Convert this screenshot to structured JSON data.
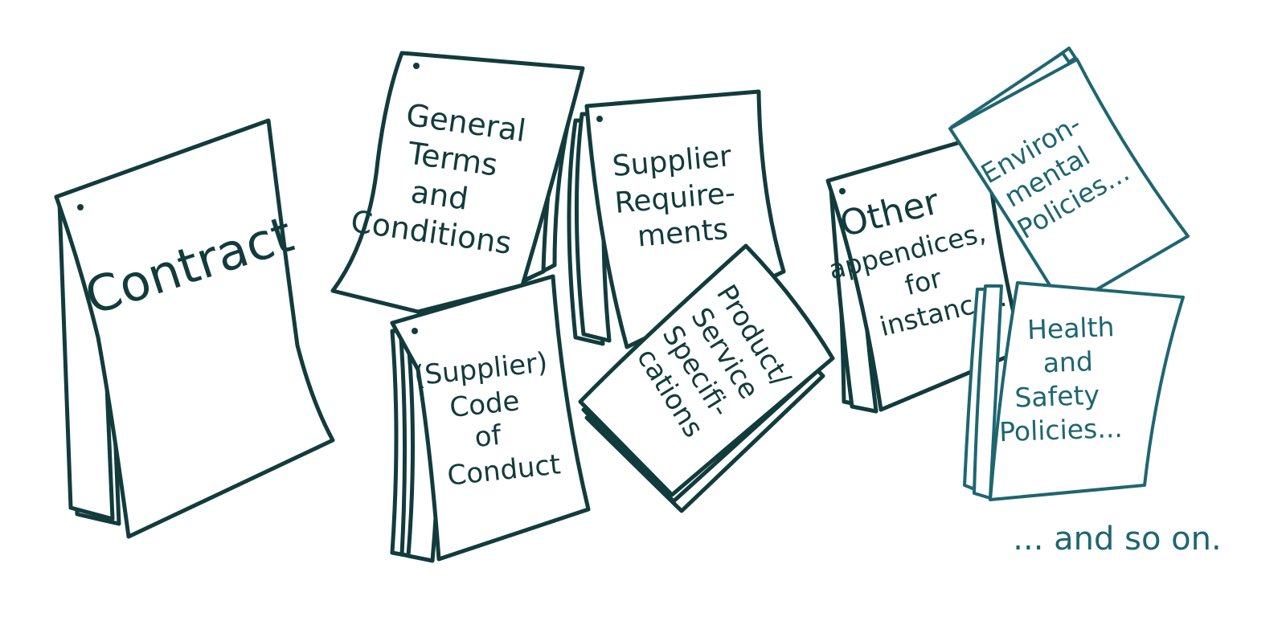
{
  "documents": {
    "contract": [
      "Contract"
    ],
    "general_terms": [
      "General",
      "Terms",
      "and",
      "Conditions"
    ],
    "supplier_requirements": [
      "Supplier",
      "Require-",
      "ments"
    ],
    "code_of_conduct": [
      "(Supplier)",
      "Code",
      "of",
      "Conduct"
    ],
    "specifications": [
      "Product/",
      "Service",
      "Specifi-",
      "cations"
    ],
    "other_appendices": [
      "Other",
      "appendices,",
      "for",
      "instance..."
    ],
    "environmental_policies": [
      "Environ-",
      "mental",
      "Policies..."
    ],
    "health_safety_policies": [
      "Health",
      "and",
      "Safety",
      "Policies..."
    ]
  },
  "footer_note": "... and so on.",
  "colors": {
    "dark": "#123b3c",
    "teal": "#1e6670",
    "paper": "#ffffff"
  }
}
